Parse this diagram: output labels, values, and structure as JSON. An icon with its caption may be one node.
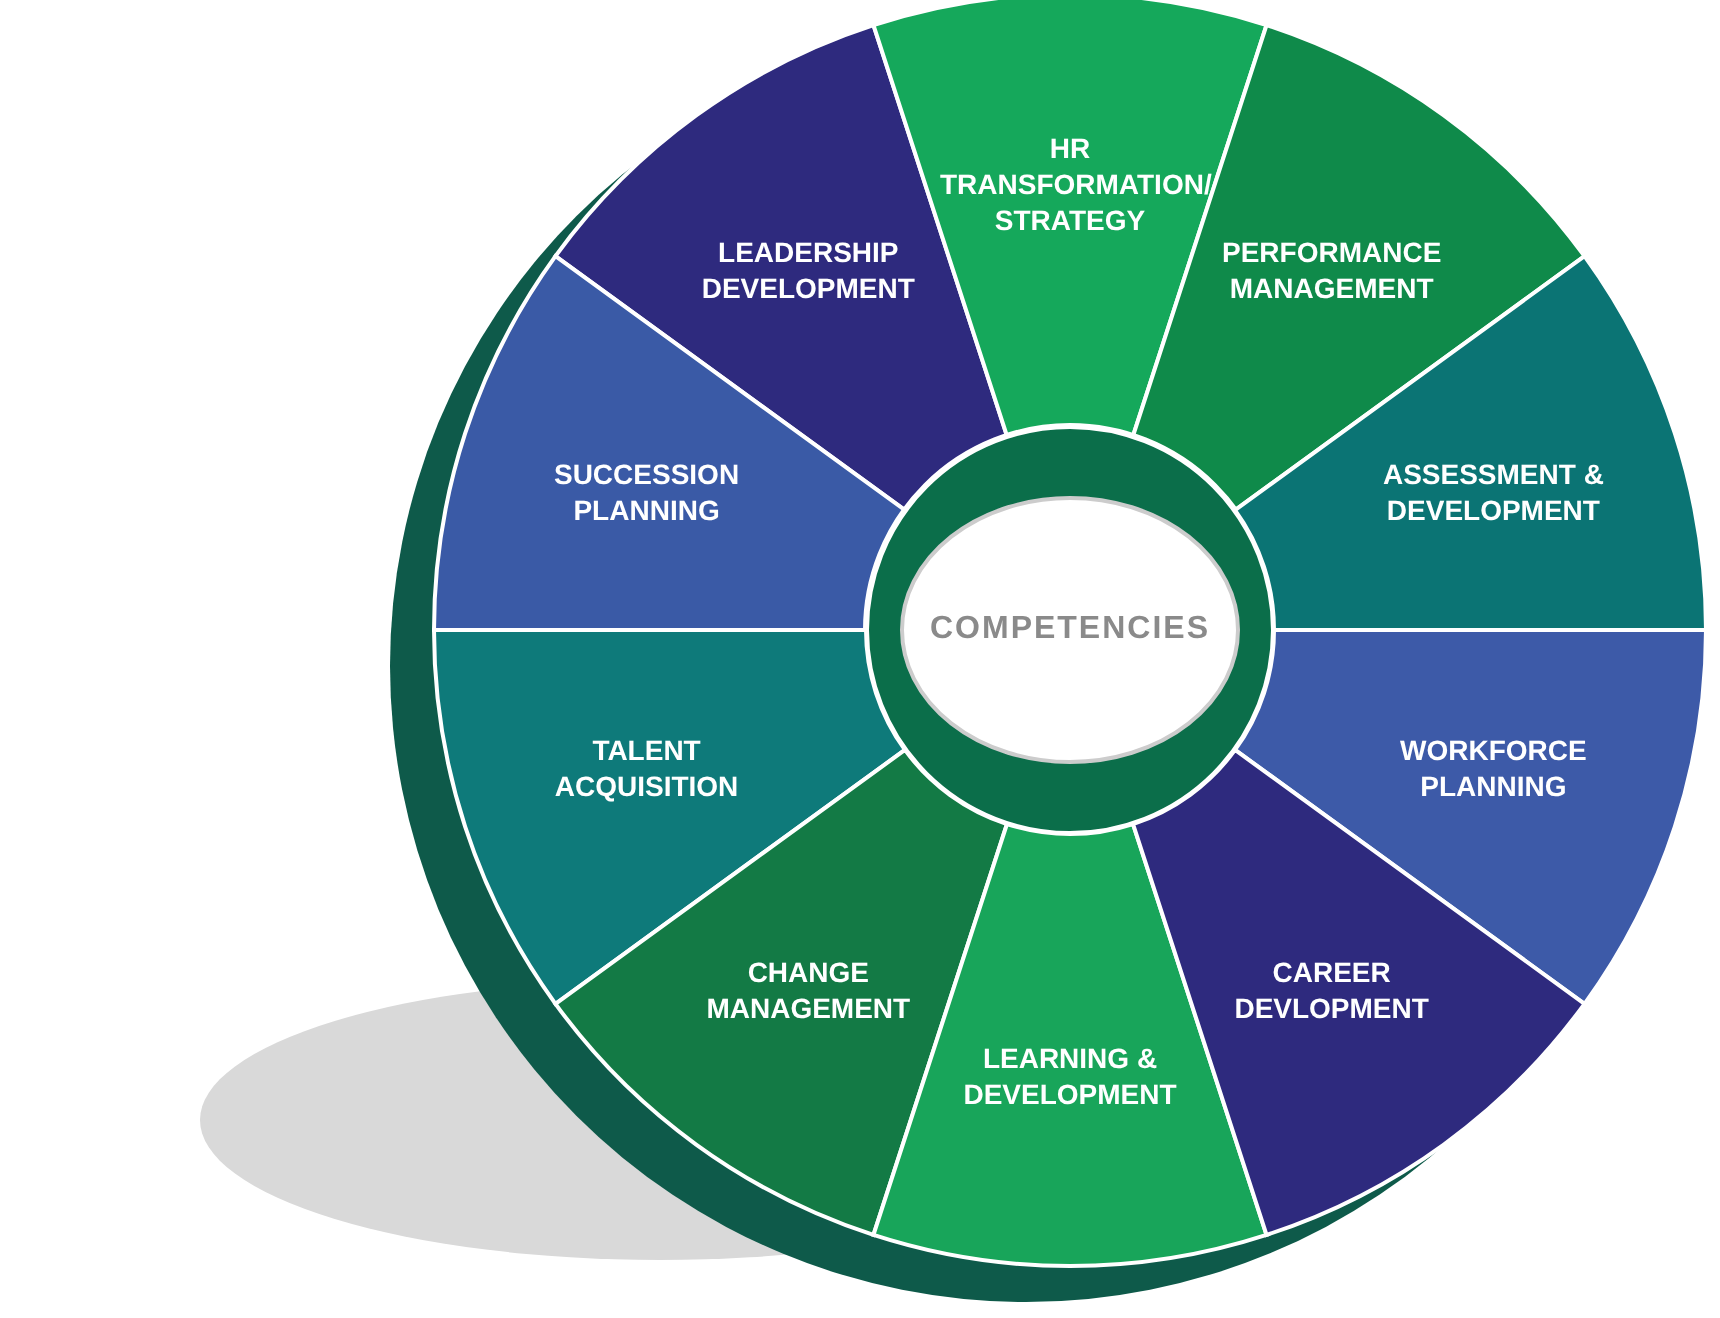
{
  "diagram": {
    "nodes": [
      {
        "text": [
          "LEADERSHIP DEVELOPMENT"
        ]
      },
      {
        "text": [
          "HR TRANSFORMATION/ STRATEGY"
        ]
      },
      {
        "text": [
          "SUCCESSION PLANNING"
        ]
      },
      {
        "text": [
          "PERFORMANCE MANAGEMENT"
        ]
      },
      {
        "text": [
          "COMPETENCIES"
        ]
      },
      {
        "text": [
          "TALENT ACQUISITION"
        ]
      },
      {
        "text": [
          "ASSESSMENT & DEVELOPMENT"
        ]
      },
      {
        "text": [
          "WORKFORCE PLANNING"
        ]
      },
      {
        "text": [
          "CHANGE MANAGEMENT"
        ]
      },
      {
        "text": [
          "LEARNING & DEVELOPMENT"
        ]
      },
      {
        "text": [
          "CAREER DEVLOPMENT"
        ]
      }
    ]
  }
}
